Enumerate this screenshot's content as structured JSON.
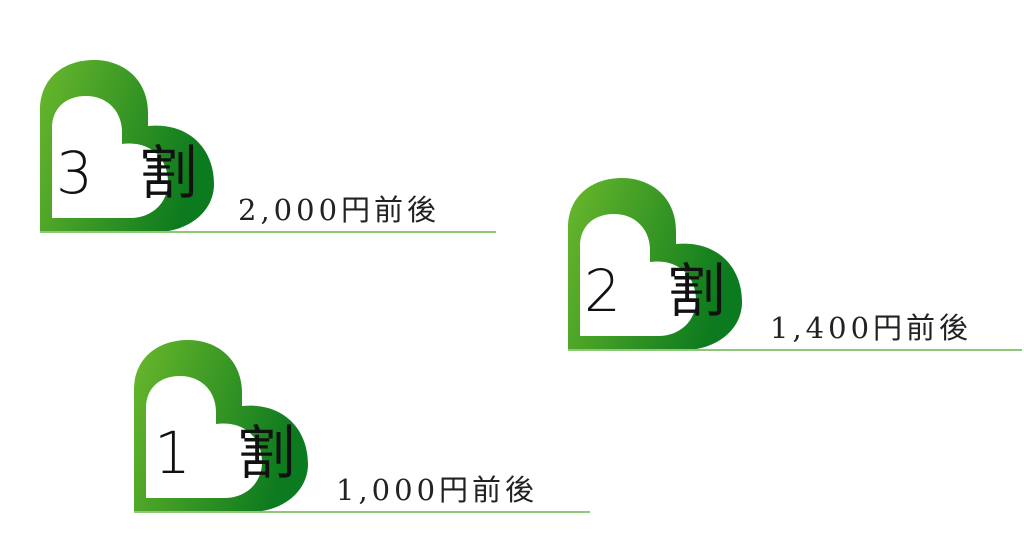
{
  "colors": {
    "green_light": "#6ab82c",
    "green_dark": "#0c7a1e",
    "rule": "#8cc878"
  },
  "items": [
    {
      "rate": "3 割",
      "price": "2,000円前後"
    },
    {
      "rate": "2 割",
      "price": "1,400円前後"
    },
    {
      "rate": "1 割",
      "price": "1,000円前後"
    }
  ]
}
